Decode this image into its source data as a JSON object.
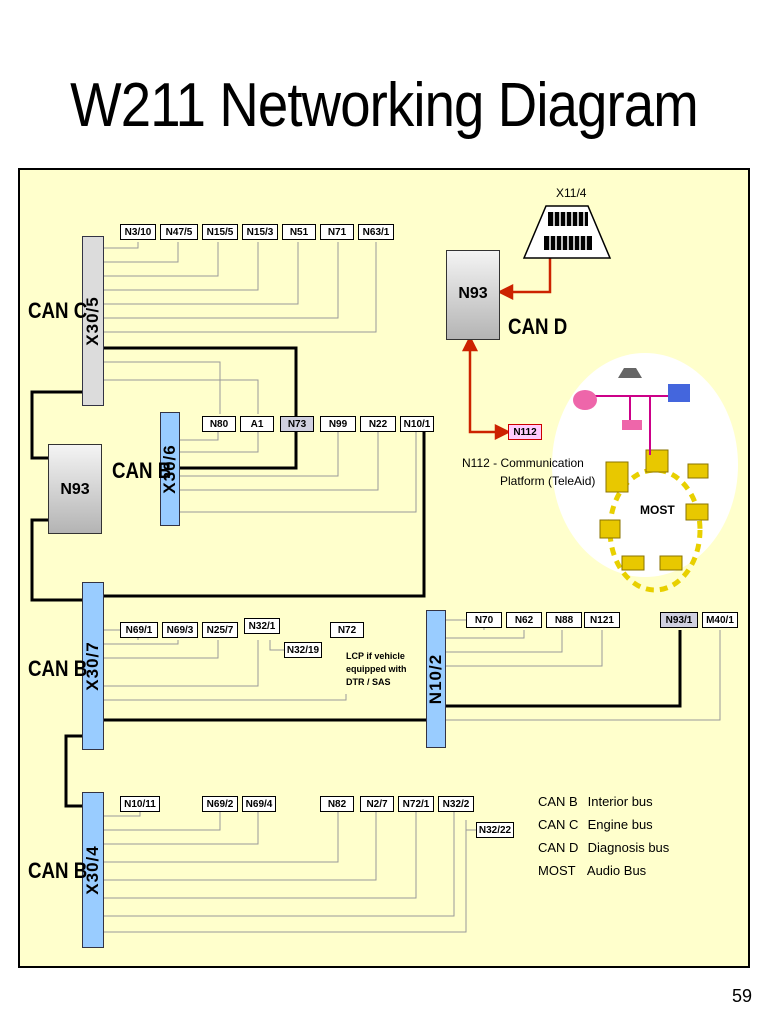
{
  "title": "W211 Networking Diagram",
  "page_number": "59",
  "buses": {
    "can_c": "CAN C",
    "can_b_1": "CAN B",
    "can_b_2": "CAN B",
    "can_b_3": "CAN B",
    "can_d": "CAN D"
  },
  "connectors": {
    "x30_5": "X30/5",
    "x30_6": "X30/6",
    "x30_7": "X30/7",
    "x30_4": "X30/4",
    "n10_2": "N10/2"
  },
  "gateway_left": "N93",
  "gateway_top": "N93",
  "diag_socket": "X11/4",
  "can_c_modules": [
    "N3/10",
    "N47/5",
    "N15/5",
    "N15/3",
    "N51",
    "N71",
    "N63/1"
  ],
  "x30_6_modules": [
    "N80",
    "A1",
    "N73",
    "N99",
    "N22",
    "N10/1"
  ],
  "x30_7_modules": [
    "N69/1",
    "N69/3",
    "N25/7",
    "N32/1",
    "N72"
  ],
  "x30_7_sub": "N32/19",
  "lcp_note": "LCP if vehicle equipped with DTR / SAS",
  "n10_2_modules": [
    "N70",
    "N62",
    "N88",
    "N121",
    "N93/1",
    "M40/1"
  ],
  "x30_4_modules": [
    "N10/11",
    "N69/2",
    "N69/4",
    "N82",
    "N2/7",
    "N72/1",
    "N32/2"
  ],
  "x30_4_sub": "N32/22",
  "teleaid": {
    "label": "N112",
    "desc_line1": "N112 - Communication",
    "desc_line2": "Platform (TeleAid)"
  },
  "most_label": "MOST",
  "legend": [
    {
      "key": "CAN  B",
      "value": "Interior bus"
    },
    {
      "key": "CAN  C",
      "value": "Engine bus"
    },
    {
      "key": "CAN  D",
      "value": "Diagnosis bus"
    },
    {
      "key": "MOST",
      "value": "Audio Bus"
    }
  ],
  "colors": {
    "panel": "#ffffcc",
    "connector_blue": "#99ccff",
    "connector_gray": "#dcdcdc",
    "diag_arrow": "#cc2200",
    "most_ring": "#f2ef99"
  }
}
